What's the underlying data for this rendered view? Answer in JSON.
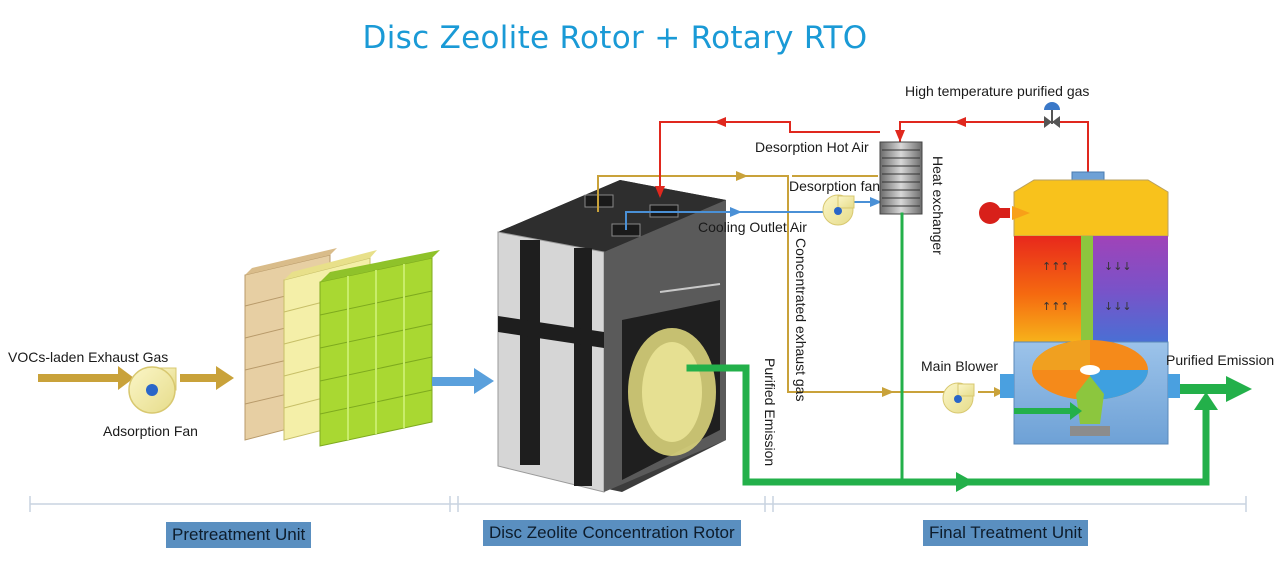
{
  "title": "Disc Zeolite Rotor + Rotary RTO",
  "labels": {
    "inlet_gas": "VOCs-laden Exhaust Gas",
    "adsorption_fan": "Adsorption Fan",
    "desorption_hot_air": "Desorption Hot Air",
    "desorption_fan": "Desorption fan",
    "cooling_outlet_air": "Cooling Outlet Air",
    "heat_exchanger": "Heat exchanger",
    "high_temp_gas": "High temperature purified gas",
    "concentrated_gas": "Concentrated exhaust gas",
    "purified_emission_rotor": "Purified Emission",
    "main_blower": "Main Blower",
    "purified_emission_out": "Purified Emission"
  },
  "units": {
    "pretreatment": "Pretreatment Unit",
    "rotor": "Disc Zeolite Concentration Rotor",
    "final": "Final Treatment Unit"
  },
  "colors": {
    "title": "#1a9ad6",
    "hot_line": "#e0281e",
    "gold_line": "#c9a23a",
    "blue_line": "#4a90d6",
    "green_line": "#23b04a",
    "unit_box": "#5a8fc0"
  }
}
